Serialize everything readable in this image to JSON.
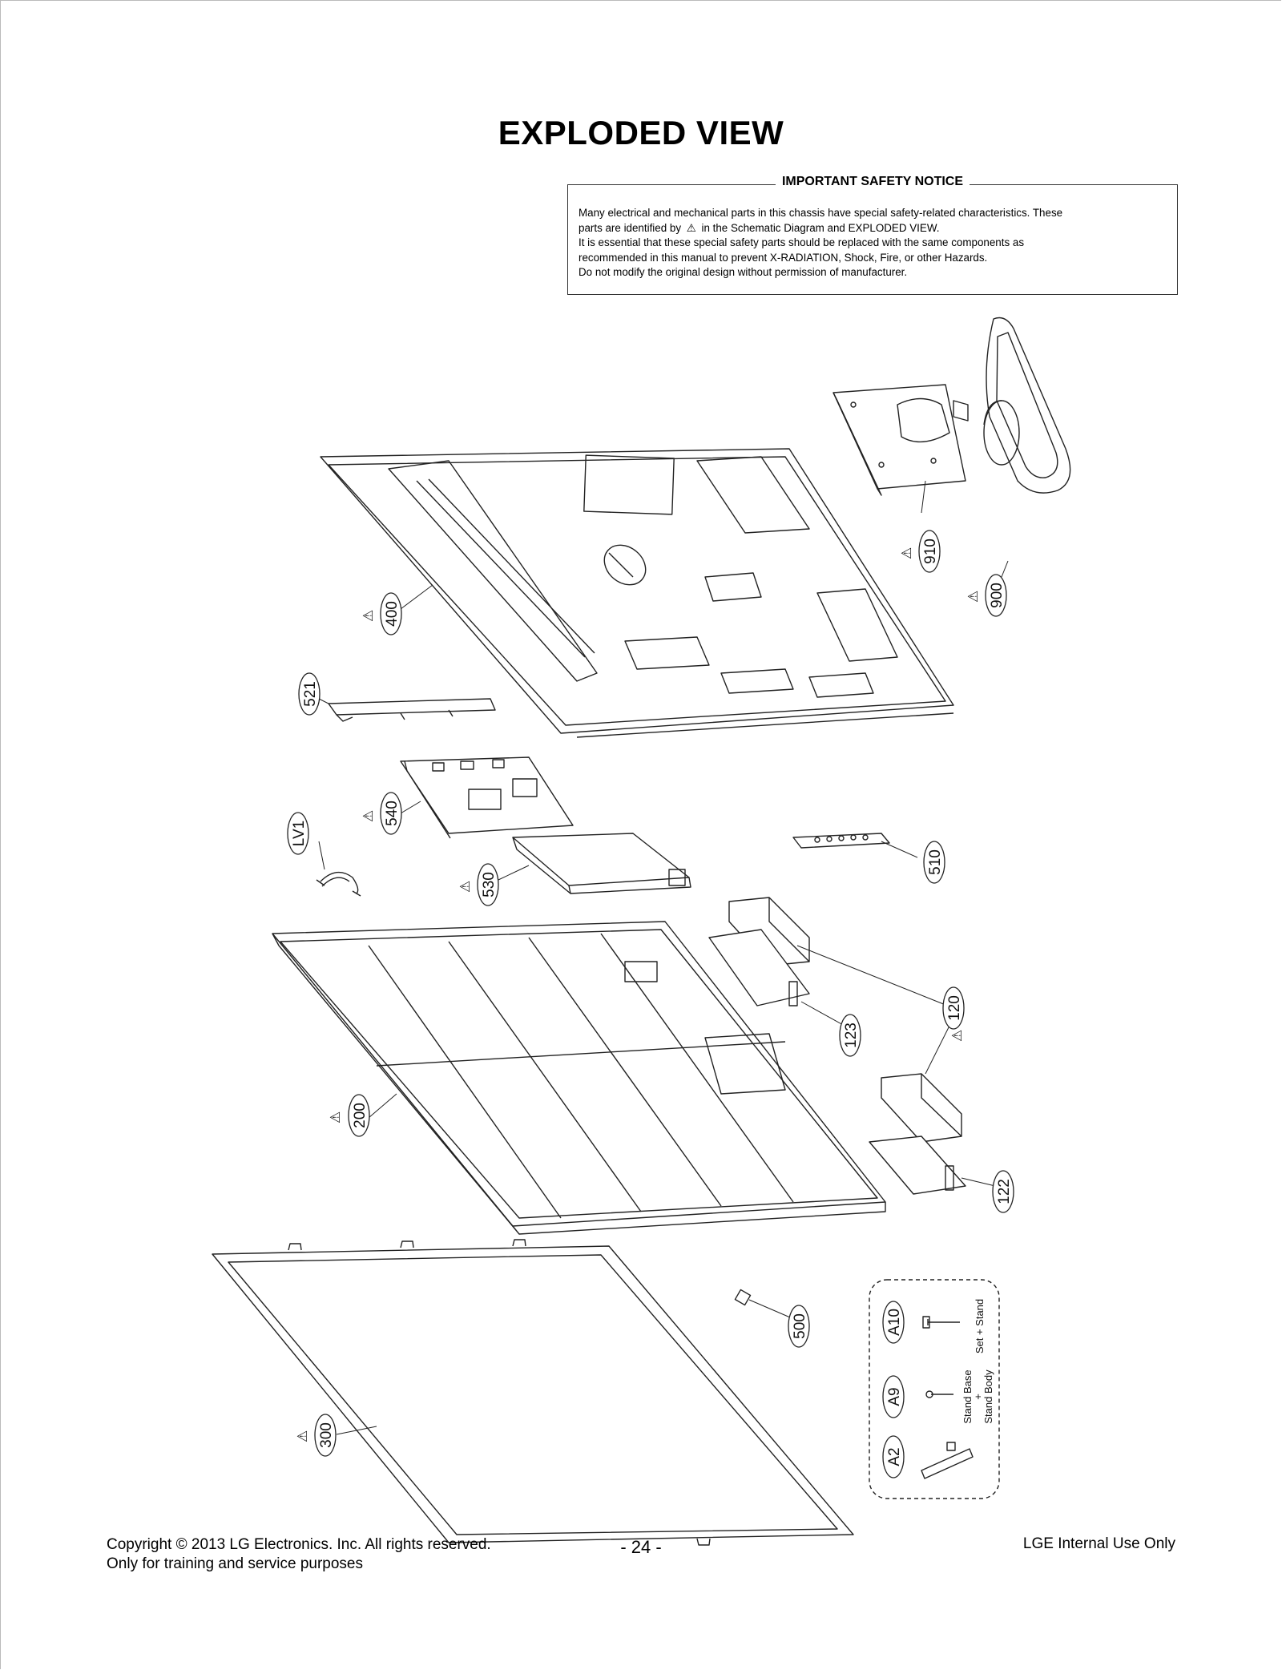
{
  "title": "EXPLODED VIEW",
  "notice": {
    "heading": "IMPORTANT SAFETY NOTICE",
    "line1": "Many electrical and mechanical parts in this chassis have special safety-related characteristics. These",
    "line2_pre": "parts are identified by",
    "line2_post": "in the Schematic Diagram and EXPLODED VIEW.",
    "line3": "It is essential that these special safety parts should be replaced with the same components as",
    "line4": "recommended in this manual to prevent X-RADIATION, Shock, Fire, or other Hazards.",
    "line5": "Do not modify the original design without permission of manufacturer."
  },
  "parts": {
    "p910": "910",
    "p900": "900",
    "p400": "400",
    "p521": "521",
    "p540": "540",
    "pLV1": "LV1",
    "p530": "530",
    "p510": "510",
    "p120": "120",
    "p123": "123",
    "p200": "200",
    "p122": "122",
    "p500": "500",
    "p300": "300",
    "pA10": "A10",
    "pA9": "A9",
    "pA2": "A2"
  },
  "screw_legend": {
    "a10_label": "Set + Stand",
    "a9_line1": "Stand Base",
    "a9_line2": "+",
    "a9_line3": "Stand Body"
  },
  "warning_symbol": "⚠",
  "footer": {
    "copyright": "Copyright  © 2013 LG Electronics. Inc. All rights reserved.",
    "training": "Only for training and service purposes",
    "page_number": "- 24 -",
    "internal": "LGE Internal Use Only"
  }
}
